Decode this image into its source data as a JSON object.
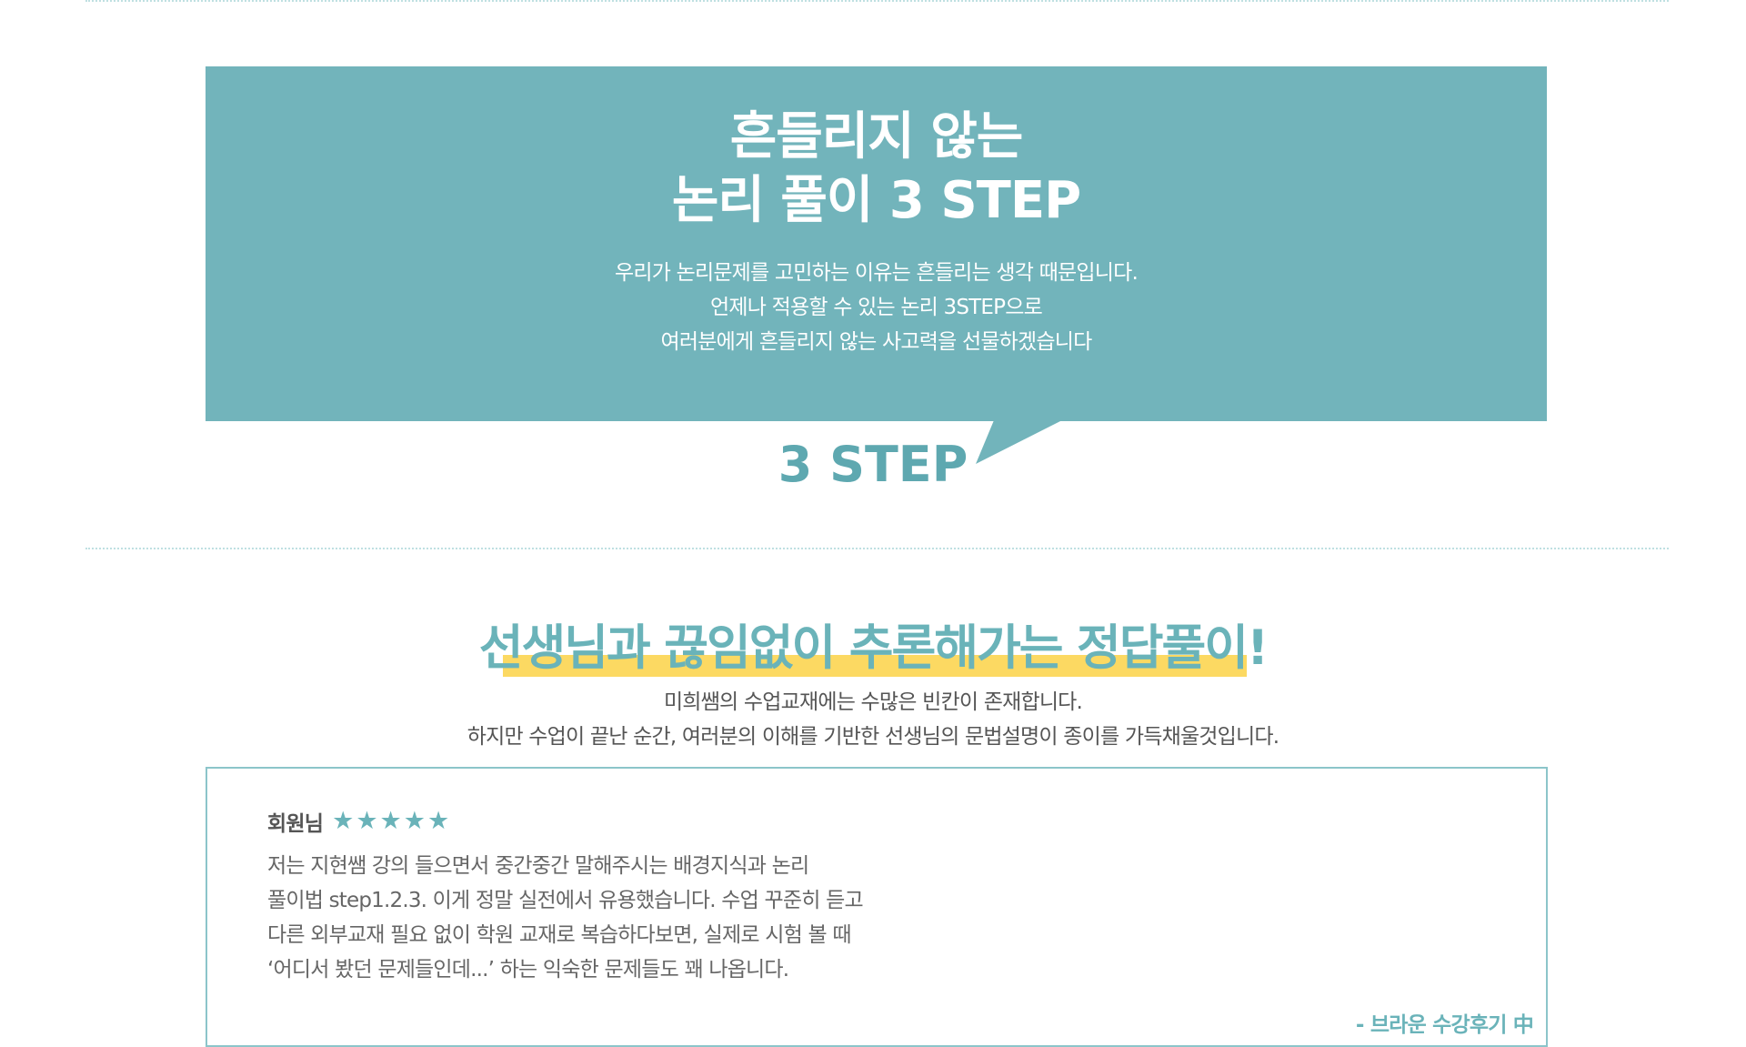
{
  "hero": {
    "title_line1": "흔들리지 않는",
    "title_line2": "논리 풀이 3 STEP",
    "desc_line1": "우리가 논리문제를 고민하는 이유는 흔들리는 생각 때문입니다.",
    "desc_line2": "언제나 적용할 수 있는 논리 3STEP으로",
    "desc_line3": "여러분에게 흔들리지 않는 사고력을 선물하겠습니다"
  },
  "step_label": "3 STEP",
  "section2": {
    "title": "선생님과 끊임없이 추론해가는 정답풀이!",
    "desc_line1": "미희쌤의 수업교재에는 수많은 빈칸이 존재합니다.",
    "desc_line2": "하지만 수업이 끝난 순간, 여러분의 이해를 기반한 선생님의 문법설명이 종이를 가득채울것입니다."
  },
  "review": {
    "reviewer": "회원님",
    "rating": 5,
    "stars": [
      "★",
      "★",
      "★",
      "★",
      "★"
    ],
    "lines": [
      "저는 지현쌤 강의 들으면서 중간중간 말해주시는 배경지식과 논리",
      "풀이법 step1.2.3. 이게 정말 실전에서 유용했습니다. 수업 꾸준히 듣고",
      "다른 외부교재 필요 없이 학원 교재로 복습하다보면, 실제로 시험 볼 때",
      "‘어디서 봤던 문제들인데...’ 하는 익숙한 문제들도 꽤 나옵니다."
    ],
    "source": "- 브라운 수강후기 中"
  },
  "colors": {
    "teal": "#72b4bb",
    "teal_text": "#6ab3b9",
    "highlight": "#fcd962",
    "border": "#8cc5ca"
  }
}
